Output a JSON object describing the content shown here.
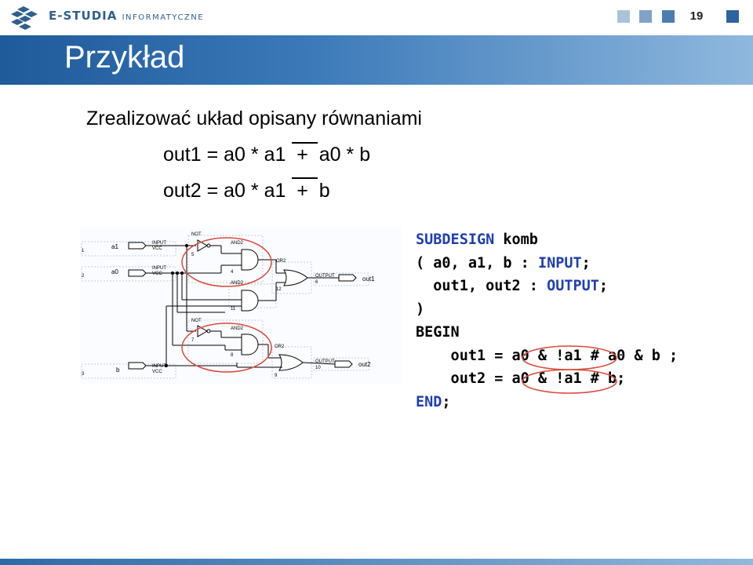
{
  "header": {
    "brand_main": "E-STUDIA",
    "brand_sub": "INFORMATYCZNE",
    "page_number": "19",
    "square_colors": [
      "#a9c2dc",
      "#7fa3c9",
      "#4a7db0",
      "#2d63a0"
    ]
  },
  "slide": {
    "title": "Przykład",
    "intro": "Zrealizować układ opisany równaniami",
    "eq1": {
      "lhs": "out1 = a0 * ",
      "bar": "a1",
      "rhs": "  +  a0 * b"
    },
    "eq2": {
      "lhs": "out2 = a0 * ",
      "bar": "a1",
      "rhs": "  +  b"
    }
  },
  "schematic": {
    "inputs": [
      {
        "row": "1",
        "name": "a1",
        "type": "INPUT",
        "vcc": "VCC"
      },
      {
        "row": "2",
        "name": "a0",
        "type": "INPUT",
        "vcc": "VCC"
      },
      {
        "row": "3",
        "name": "b",
        "type": "INPUT",
        "vcc": "VCC"
      }
    ],
    "gates": {
      "not1": "NOT",
      "not1_num": "5",
      "not2": "NOT",
      "not2_num": "7",
      "and1": "AND2",
      "and1_num": "4",
      "and2": "AND2",
      "and2_num": "11",
      "and3": "AND2",
      "and3_num": "8",
      "or1": "OR2",
      "or1_num": "12",
      "or2": "OR2",
      "or2_num": "9"
    },
    "outputs": [
      {
        "row": "6",
        "type": "OUTPUT",
        "name": "out1"
      },
      {
        "row": "10",
        "type": "OUTPUT",
        "name": "out2"
      }
    ],
    "highlight_color": "#d94a3a"
  },
  "code": {
    "l1_kw": "SUBDESIGN",
    "l1_rest": " komb",
    "l2_rest": "( a0, a1, b : ",
    "l2_kw": "INPUT",
    "l2_end": ";",
    "l3_rest": "  out1, out2 : ",
    "l3_kw": "OUTPUT",
    "l3_end": ";",
    "l4": ")",
    "l5_kw": "BEGIN",
    "l6": "    out1 = a0 & !a1 # a0 & b ;",
    "l7": "    out2 = a0 & !a1 # b;",
    "l8_kw": "END",
    "l8_end": ";"
  }
}
